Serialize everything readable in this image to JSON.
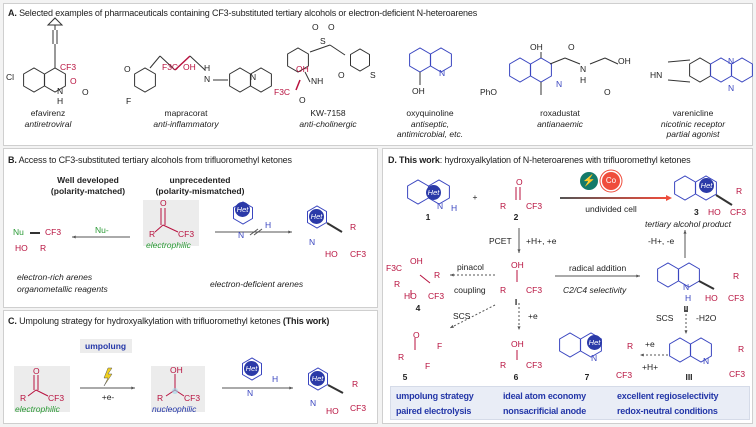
{
  "panels": {
    "a": {
      "letter": "A.",
      "title": "Selected examples of pharmaceuticals containing CF3-substituted tertiary alcohols or electron-deficient N-heteroarenes"
    },
    "b": {
      "letter": "B.",
      "title": "Access to CF3-substituted tertiary alcohols from trifluoromethyl ketones"
    },
    "c": {
      "letter": "C.",
      "title": "Umpolung strategy for hydroxyalkylation with trifluoromethyl ketones",
      "title_bold": "(This work)"
    },
    "d": {
      "letter": "D. This work",
      "title": ": hydroxyalkylation of N-heteroarenes with trifluoromethyl ketones"
    }
  },
  "drugs": [
    {
      "name": "efavirenz",
      "use": "antiretroviral",
      "atoms": [
        "Cl",
        "CF3",
        "O",
        "O",
        "N",
        "H"
      ]
    },
    {
      "name": "mapracorat",
      "use": "anti-inflammatory",
      "atoms": [
        "O",
        "F3C",
        "OH",
        "H",
        "N",
        "N",
        "F"
      ]
    },
    {
      "name": "KW-7158",
      "use": "anti-cholinergic",
      "atoms": [
        "O",
        "O",
        "S",
        "OH",
        "NH",
        "F3C",
        "O",
        "O",
        "S"
      ]
    },
    {
      "name": "oxyquinoline",
      "use": "antiseptic,",
      "use2": "antimicrobial, etc.",
      "atoms": [
        "N",
        "OH"
      ]
    },
    {
      "name": "roxadustat",
      "use": "antianaemic",
      "atoms": [
        "OH",
        "O",
        "OH",
        "N",
        "H",
        "O",
        "N",
        "PhO"
      ]
    },
    {
      "name": "varenicline",
      "use": "nicotinic receptor",
      "use2": "partial agonist",
      "atoms": [
        "HN",
        "N",
        "N"
      ]
    }
  ],
  "b": {
    "left_head": "Well developed",
    "left_sub": "(polarity-matched)",
    "right_head": "unprecedented",
    "right_sub": "(polarity-mismatched)",
    "nu_product": [
      "Nu",
      "CF3",
      "HO",
      "R"
    ],
    "nu_label": "Nu-",
    "ketone": [
      "O",
      "R",
      "CF3"
    ],
    "electrophilic": "electrophilic",
    "het": "Het",
    "n": "N",
    "h": "H",
    "product": [
      "R",
      "HO",
      "CF3"
    ],
    "left_note1": "electron-rich arenes",
    "left_note2": "organometallic reagents",
    "right_note": "electron-deficient arenes"
  },
  "c": {
    "umpolung": "umpolung",
    "electrophilic": "electrophilic",
    "nucleophilic": "nucleophilic",
    "plus_e": "+e-",
    "ketone": [
      "O",
      "R",
      "CF3"
    ],
    "radical": [
      "OH",
      "R",
      "CF3"
    ],
    "product": [
      "R",
      "HO",
      "CF3"
    ]
  },
  "d": {
    "plus": "+",
    "compounds": {
      "c1": "1",
      "c2": "2",
      "c3": "3",
      "c4": "4",
      "c5": "5",
      "c6": "6",
      "c7": "7",
      "cI": "I",
      "cII": "II",
      "cIII": "III"
    },
    "undivided_cell": "undivided cell",
    "cobalt": "Co",
    "tertiary_alcohol": "tertiary alcohol product",
    "pcet": "PCET",
    "pcet_cond": "+H+, +e",
    "deprot": "-H+, -e",
    "pinacol": "pinacol",
    "coupling": "coupling",
    "radical_addition": "radical addition",
    "selectivity": "C2/C4 selectivity",
    "scs": "SCS",
    "plus_e": "+e",
    "scs2": "SCS",
    "minus_h2o": "-H2O",
    "step7_e": "+e",
    "step7_h": "+H+",
    "atoms": {
      "k2": [
        "O",
        "R",
        "CF3"
      ],
      "p3": [
        "R",
        "HO",
        "CF3"
      ],
      "p4": [
        "F3C",
        "OH",
        "R",
        "R",
        "HO",
        "CF3"
      ],
      "rI": [
        "OH",
        "R",
        "CF3"
      ],
      "rII": [
        "N",
        "H",
        "R",
        "HO",
        "CF3"
      ],
      "p5": [
        "O",
        "R",
        "F",
        "F"
      ],
      "p6": [
        "OH",
        "R",
        "CF3"
      ],
      "p7": [
        "N",
        "R",
        "CF3"
      ],
      "rIII": [
        "N",
        "R",
        "CF3"
      ],
      "n1": [
        "N",
        "H"
      ]
    },
    "features": [
      "umpolung strategy",
      "ideal atom economy",
      "excellent regioselectivity",
      "paired electrolysis",
      "nonsacrificial anode",
      "redox-neutral conditions"
    ]
  },
  "colors": {
    "red": "#b8123f",
    "blue": "#3a46c0",
    "green": "#2a9a35",
    "navy": "#2437a8"
  }
}
